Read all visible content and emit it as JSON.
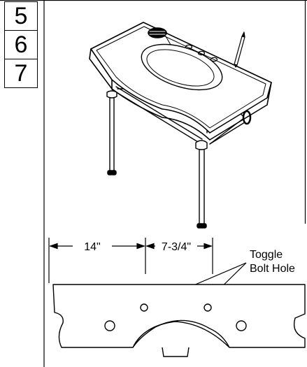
{
  "steps": [
    "5",
    "6",
    "7"
  ],
  "dimensions": {
    "left_span": "14\"",
    "right_span": "7-3/4\""
  },
  "callout": {
    "line1": "Toggle",
    "line2": "Bolt Hole"
  },
  "icons": {
    "pencil": "pencil-icon"
  }
}
